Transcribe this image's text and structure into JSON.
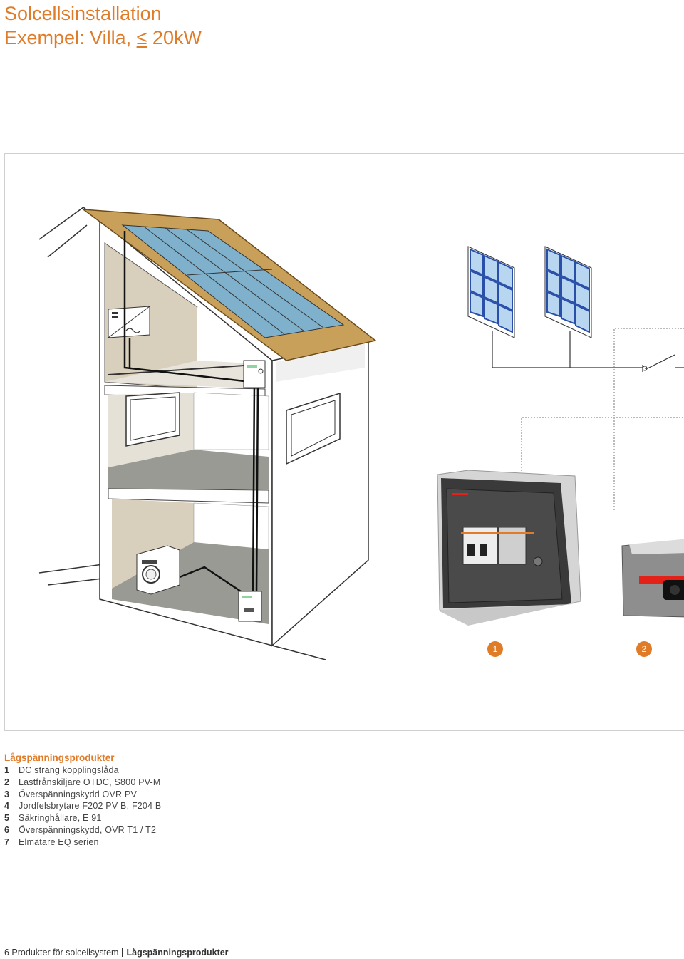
{
  "header": {
    "title_line1": "Solcellsinstallation",
    "title_line2_prefix": "Exempel: Villa, ",
    "title_line2_symbol": "≤",
    "title_line2_suffix": " 20kW"
  },
  "figure": {
    "badges": [
      "1",
      "2"
    ],
    "icons": [
      "house-illustration",
      "solar-panel-icon",
      "inverter-icon",
      "junction-box-icon",
      "washing-machine-icon",
      "meter-icon",
      "load-switch-icon",
      "disconnect-switch-symbol"
    ]
  },
  "legend": {
    "heading": "Lågspänningsprodukter",
    "items": [
      {
        "num": "1",
        "label": "DC sträng kopplingslåda"
      },
      {
        "num": "2",
        "label": "Lastfrånskiljare OTDC, S800 PV-M"
      },
      {
        "num": "3",
        "label": "Överspänningskydd OVR PV"
      },
      {
        "num": "4",
        "label": "Jordfelsbrytare F202 PV B, F204 B"
      },
      {
        "num": "5",
        "label": "Säkringhållare, E 91"
      },
      {
        "num": "6",
        "label": "Överspänningskydd, OVR T1 / T2"
      },
      {
        "num": "7",
        "label": "Elmätare EQ serien"
      }
    ]
  },
  "footer": {
    "page_text": "6 Produkter för solcellsystem",
    "section": "Lågspänningsprodukter"
  },
  "colors": {
    "accent": "#e07b28",
    "panel_blue": "#7fb0cc",
    "roof_wood": "#c8a05a",
    "wall_beige": "#d9cfbd",
    "floor_gray": "#9a9a95"
  }
}
